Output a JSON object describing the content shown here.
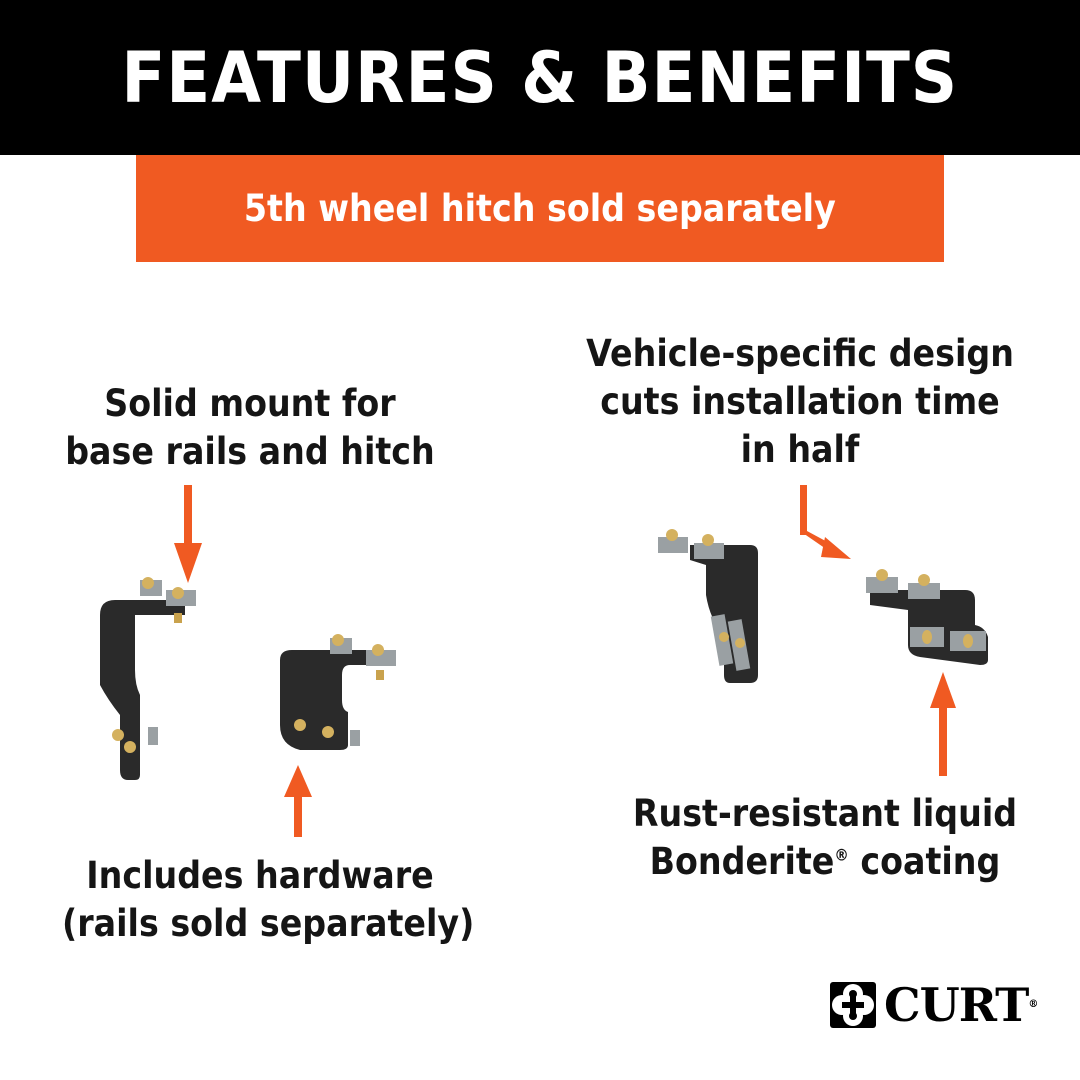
{
  "header": {
    "title": "FEATURES & BENEFITS",
    "background": "#000000",
    "text_color": "#ffffff"
  },
  "banner": {
    "text": "5th wheel hitch sold separately",
    "background": "#f05a22"
  },
  "callouts": {
    "solid_mount": {
      "lines": [
        "Solid mount for",
        "base rails and hitch"
      ]
    },
    "vehicle_specific": {
      "lines": [
        "Vehicle-specific design",
        "cuts installation time",
        "in half"
      ]
    },
    "includes_hardware": {
      "lines": [
        "Includes hardware",
        "(rails sold separately)"
      ]
    },
    "rust_resistant": {
      "line1": "Rust-resistant liquid",
      "line2_a": "Bonderite",
      "line2_reg": "®",
      "line2_b": " coating"
    }
  },
  "arrows": {
    "color": "#f05a22",
    "icons": [
      "arrow-down-icon",
      "arrow-up-icon",
      "arrow-elbow-down-right-icon",
      "arrow-up-icon"
    ]
  },
  "products": [
    "bracket-tall-left",
    "bracket-short-left",
    "bracket-tall-right",
    "bracket-short-right"
  ],
  "logo": {
    "wordmark": "CURT",
    "reg": "®"
  }
}
